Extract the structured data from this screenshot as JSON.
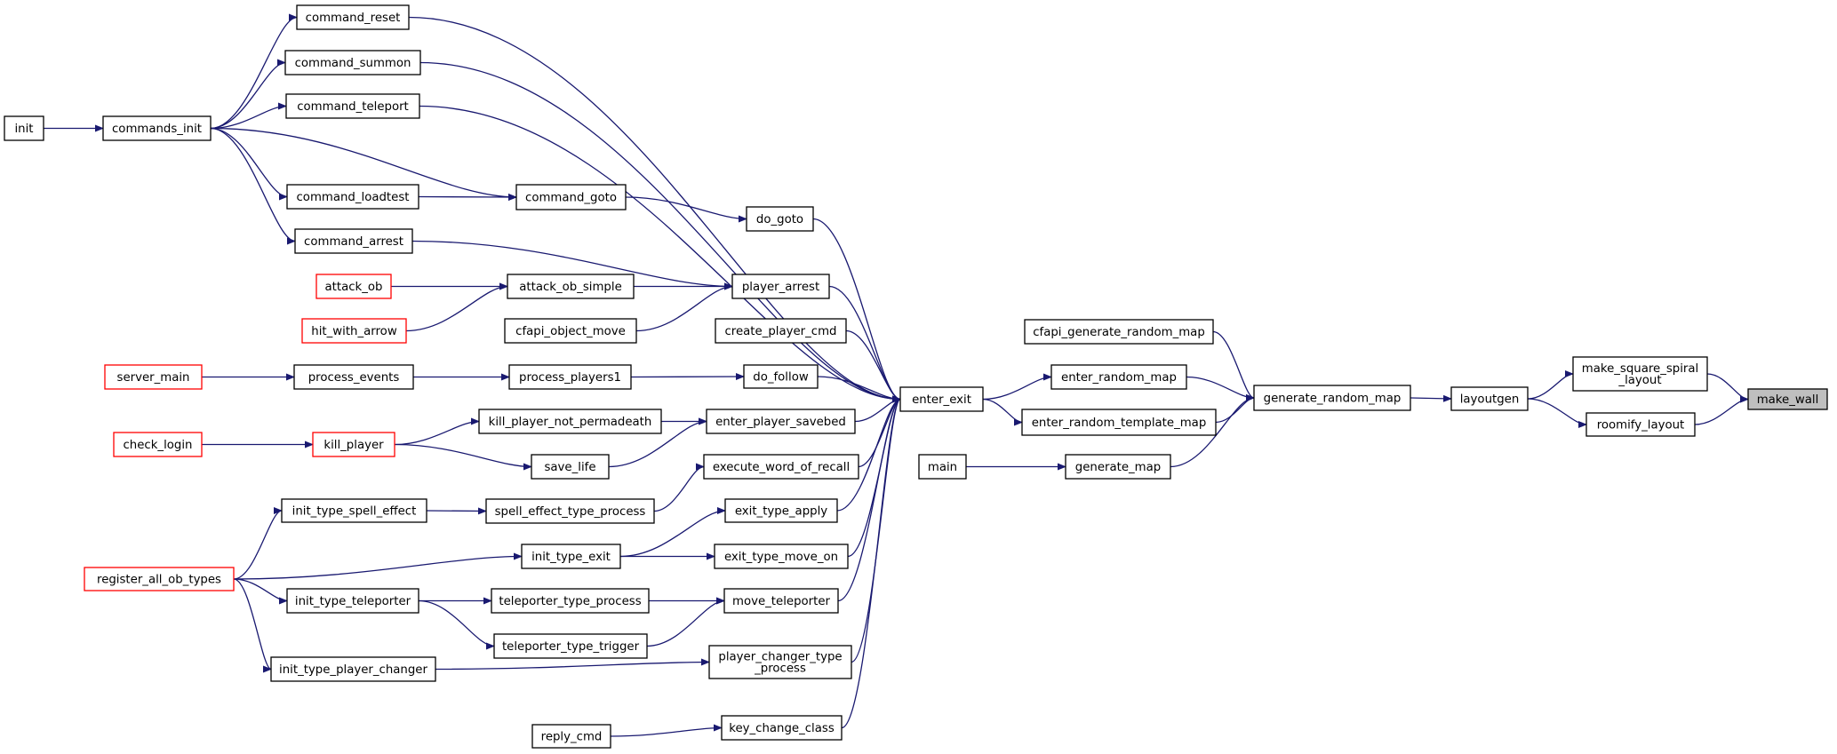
{
  "colors": {
    "edge": "#191970",
    "node_border": "#000000",
    "node_border_truncated": "#ff0000",
    "node_highlight_fill": "#bfbfbf",
    "node_fill": "#ffffff"
  },
  "nodes": [
    {
      "id": "make_wall",
      "label": [
        "make_wall"
      ],
      "style": "highlight"
    },
    {
      "id": "make_square_spiral_layout",
      "label": [
        "make_square_spiral",
        "_layout"
      ]
    },
    {
      "id": "roomify_layout",
      "label": [
        "roomify_layout"
      ]
    },
    {
      "id": "layoutgen",
      "label": [
        "layoutgen"
      ]
    },
    {
      "id": "generate_random_map",
      "label": [
        "generate_random_map"
      ]
    },
    {
      "id": "cfapi_generate_random_map",
      "label": [
        "cfapi_generate_random_map"
      ]
    },
    {
      "id": "enter_random_map",
      "label": [
        "enter_random_map"
      ]
    },
    {
      "id": "enter_random_template_map",
      "label": [
        "enter_random_template_map"
      ]
    },
    {
      "id": "generate_map",
      "label": [
        "generate_map"
      ]
    },
    {
      "id": "main",
      "label": [
        "main"
      ]
    },
    {
      "id": "enter_exit",
      "label": [
        "enter_exit"
      ]
    },
    {
      "id": "command_reset",
      "label": [
        "command_reset"
      ]
    },
    {
      "id": "command_summon",
      "label": [
        "command_summon"
      ]
    },
    {
      "id": "command_teleport",
      "label": [
        "command_teleport"
      ]
    },
    {
      "id": "commands_init",
      "label": [
        "commands_init"
      ]
    },
    {
      "id": "init",
      "label": [
        "init"
      ]
    },
    {
      "id": "command_loadtest",
      "label": [
        "command_loadtest"
      ]
    },
    {
      "id": "command_goto",
      "label": [
        "command_goto"
      ]
    },
    {
      "id": "do_goto",
      "label": [
        "do_goto"
      ]
    },
    {
      "id": "command_arrest",
      "label": [
        "command_arrest"
      ]
    },
    {
      "id": "player_arrest",
      "label": [
        "player_arrest"
      ]
    },
    {
      "id": "attack_ob",
      "label": [
        "attack_ob"
      ],
      "style": "red"
    },
    {
      "id": "attack_ob_simple",
      "label": [
        "attack_ob_simple"
      ]
    },
    {
      "id": "hit_with_arrow",
      "label": [
        "hit_with_arrow"
      ],
      "style": "red"
    },
    {
      "id": "cfapi_object_move",
      "label": [
        "cfapi_object_move"
      ]
    },
    {
      "id": "create_player_cmd",
      "label": [
        "create_player_cmd"
      ]
    },
    {
      "id": "server_main",
      "label": [
        "server_main"
      ],
      "style": "red"
    },
    {
      "id": "process_events",
      "label": [
        "process_events"
      ]
    },
    {
      "id": "process_players1",
      "label": [
        "process_players1"
      ]
    },
    {
      "id": "do_follow",
      "label": [
        "do_follow"
      ]
    },
    {
      "id": "kill_player_not_permadeath",
      "label": [
        "kill_player_not_permadeath"
      ]
    },
    {
      "id": "enter_player_savebed",
      "label": [
        "enter_player_savebed"
      ]
    },
    {
      "id": "check_login",
      "label": [
        "check_login"
      ],
      "style": "red"
    },
    {
      "id": "kill_player",
      "label": [
        "kill_player"
      ],
      "style": "red"
    },
    {
      "id": "save_life",
      "label": [
        "save_life"
      ]
    },
    {
      "id": "execute_word_of_recall",
      "label": [
        "execute_word_of_recall"
      ]
    },
    {
      "id": "init_type_spell_effect",
      "label": [
        "init_type_spell_effect"
      ]
    },
    {
      "id": "spell_effect_type_process",
      "label": [
        "spell_effect_type_process"
      ]
    },
    {
      "id": "exit_type_apply",
      "label": [
        "exit_type_apply"
      ]
    },
    {
      "id": "register_all_ob_types",
      "label": [
        "register_all_ob_types"
      ],
      "style": "red"
    },
    {
      "id": "init_type_exit",
      "label": [
        "init_type_exit"
      ]
    },
    {
      "id": "exit_type_move_on",
      "label": [
        "exit_type_move_on"
      ]
    },
    {
      "id": "init_type_teleporter",
      "label": [
        "init_type_teleporter"
      ]
    },
    {
      "id": "teleporter_type_process",
      "label": [
        "teleporter_type_process"
      ]
    },
    {
      "id": "move_teleporter",
      "label": [
        "move_teleporter"
      ]
    },
    {
      "id": "teleporter_type_trigger",
      "label": [
        "teleporter_type_trigger"
      ]
    },
    {
      "id": "init_type_player_changer",
      "label": [
        "init_type_player_changer"
      ]
    },
    {
      "id": "player_changer_type_process",
      "label": [
        "player_changer_type",
        "_process"
      ]
    },
    {
      "id": "reply_cmd",
      "label": [
        "reply_cmd"
      ]
    },
    {
      "id": "key_change_class",
      "label": [
        "key_change_class"
      ]
    }
  ],
  "edges": [
    {
      "from": "make_square_spiral_layout",
      "to": "make_wall"
    },
    {
      "from": "roomify_layout",
      "to": "make_wall"
    },
    {
      "from": "layoutgen",
      "to": "make_square_spiral_layout"
    },
    {
      "from": "layoutgen",
      "to": "roomify_layout"
    },
    {
      "from": "generate_random_map",
      "to": "layoutgen"
    },
    {
      "from": "cfapi_generate_random_map",
      "to": "generate_random_map"
    },
    {
      "from": "enter_random_map",
      "to": "generate_random_map"
    },
    {
      "from": "enter_random_template_map",
      "to": "generate_random_map"
    },
    {
      "from": "generate_map",
      "to": "generate_random_map"
    },
    {
      "from": "main",
      "to": "generate_map"
    },
    {
      "from": "enter_exit",
      "to": "enter_random_map"
    },
    {
      "from": "enter_exit",
      "to": "enter_random_template_map"
    },
    {
      "from": "command_reset",
      "to": "enter_exit"
    },
    {
      "from": "command_summon",
      "to": "enter_exit"
    },
    {
      "from": "command_teleport",
      "to": "enter_exit"
    },
    {
      "from": "do_goto",
      "to": "enter_exit"
    },
    {
      "from": "player_arrest",
      "to": "enter_exit"
    },
    {
      "from": "create_player_cmd",
      "to": "enter_exit"
    },
    {
      "from": "do_follow",
      "to": "enter_exit"
    },
    {
      "from": "enter_player_savebed",
      "to": "enter_exit"
    },
    {
      "from": "execute_word_of_recall",
      "to": "enter_exit"
    },
    {
      "from": "exit_type_apply",
      "to": "enter_exit"
    },
    {
      "from": "exit_type_move_on",
      "to": "enter_exit"
    },
    {
      "from": "move_teleporter",
      "to": "enter_exit"
    },
    {
      "from": "player_changer_type_process",
      "to": "enter_exit"
    },
    {
      "from": "key_change_class",
      "to": "enter_exit"
    },
    {
      "from": "commands_init",
      "to": "command_reset"
    },
    {
      "from": "commands_init",
      "to": "command_summon"
    },
    {
      "from": "commands_init",
      "to": "command_teleport"
    },
    {
      "from": "commands_init",
      "to": "command_loadtest"
    },
    {
      "from": "commands_init",
      "to": "command_goto"
    },
    {
      "from": "commands_init",
      "to": "command_arrest"
    },
    {
      "from": "init",
      "to": "commands_init"
    },
    {
      "from": "command_loadtest",
      "to": "command_goto"
    },
    {
      "from": "command_goto",
      "to": "do_goto"
    },
    {
      "from": "command_arrest",
      "to": "player_arrest"
    },
    {
      "from": "attack_ob_simple",
      "to": "player_arrest"
    },
    {
      "from": "cfapi_object_move",
      "to": "player_arrest"
    },
    {
      "from": "attack_ob",
      "to": "attack_ob_simple"
    },
    {
      "from": "hit_with_arrow",
      "to": "attack_ob_simple"
    },
    {
      "from": "server_main",
      "to": "process_events"
    },
    {
      "from": "process_events",
      "to": "process_players1"
    },
    {
      "from": "process_players1",
      "to": "do_follow"
    },
    {
      "from": "kill_player_not_permadeath",
      "to": "enter_player_savebed"
    },
    {
      "from": "save_life",
      "to": "enter_player_savebed"
    },
    {
      "from": "check_login",
      "to": "kill_player"
    },
    {
      "from": "kill_player",
      "to": "kill_player_not_permadeath"
    },
    {
      "from": "kill_player",
      "to": "save_life"
    },
    {
      "from": "spell_effect_type_process",
      "to": "execute_word_of_recall"
    },
    {
      "from": "init_type_spell_effect",
      "to": "spell_effect_type_process"
    },
    {
      "from": "register_all_ob_types",
      "to": "init_type_spell_effect"
    },
    {
      "from": "register_all_ob_types",
      "to": "init_type_exit"
    },
    {
      "from": "register_all_ob_types",
      "to": "init_type_teleporter"
    },
    {
      "from": "register_all_ob_types",
      "to": "init_type_player_changer"
    },
    {
      "from": "init_type_exit",
      "to": "exit_type_apply"
    },
    {
      "from": "init_type_exit",
      "to": "exit_type_move_on"
    },
    {
      "from": "init_type_teleporter",
      "to": "teleporter_type_process"
    },
    {
      "from": "init_type_teleporter",
      "to": "teleporter_type_trigger"
    },
    {
      "from": "teleporter_type_process",
      "to": "move_teleporter"
    },
    {
      "from": "teleporter_type_trigger",
      "to": "move_teleporter"
    },
    {
      "from": "init_type_player_changer",
      "to": "player_changer_type_process"
    },
    {
      "from": "reply_cmd",
      "to": "key_change_class"
    }
  ]
}
